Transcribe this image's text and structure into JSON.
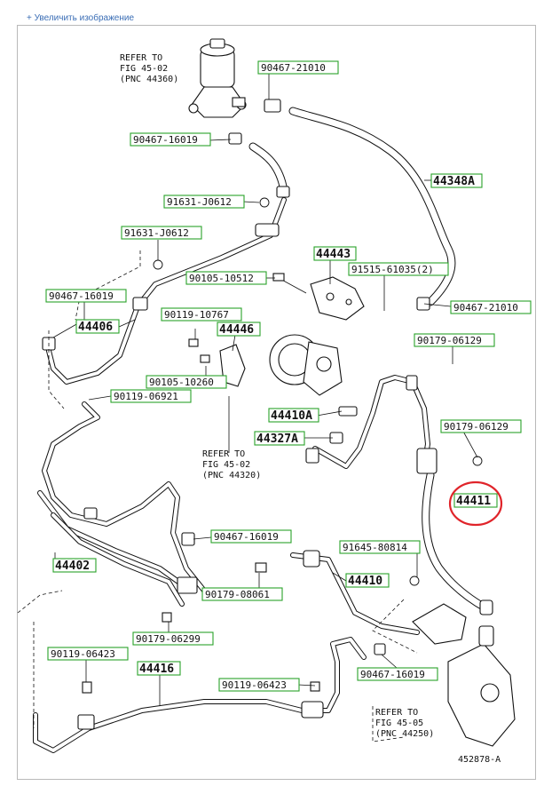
{
  "top_link": "+ Увеличить изображение",
  "refs": [
    {
      "lines": [
        "REFER TO",
        "FIG 45-02",
        "(PNC 44360)"
      ]
    },
    {
      "lines": [
        "REFER TO",
        "FIG 45-02",
        "(PNC 44320)"
      ]
    },
    {
      "lines": [
        "REFER TO",
        "FIG 45-05",
        "(PNC 44250)"
      ]
    }
  ],
  "parts": [
    {
      "label": "90467-21010",
      "big": false
    },
    {
      "label": "90467-16019",
      "big": false
    },
    {
      "label": "44348A",
      "big": true
    },
    {
      "label": "91631-J0612",
      "big": false
    },
    {
      "label": "91631-J0612",
      "big": false
    },
    {
      "label": "44443",
      "big": true
    },
    {
      "label": "91515-61035(2)",
      "big": false
    },
    {
      "label": "90105-10512",
      "big": false
    },
    {
      "label": "90467-16019",
      "big": false
    },
    {
      "label": "90467-21010",
      "big": false
    },
    {
      "label": "44406",
      "big": true
    },
    {
      "label": "90119-10767",
      "big": false
    },
    {
      "label": "44446",
      "big": true
    },
    {
      "label": "90179-06129",
      "big": false
    },
    {
      "label": "90105-10260",
      "big": false
    },
    {
      "label": "90119-06921",
      "big": false
    },
    {
      "label": "44410A",
      "big": true
    },
    {
      "label": "44327A",
      "big": true
    },
    {
      "label": "90179-06129",
      "big": false
    },
    {
      "label": "44411",
      "big": true
    },
    {
      "label": "90467-16019",
      "big": false
    },
    {
      "label": "44402",
      "big": true
    },
    {
      "label": "91645-80814",
      "big": false
    },
    {
      "label": "44410",
      "big": true
    },
    {
      "label": "90179-08061",
      "big": false
    },
    {
      "label": "90179-06299",
      "big": false
    },
    {
      "label": "90119-06423",
      "big": false
    },
    {
      "label": "44416",
      "big": true
    },
    {
      "label": "90119-06423",
      "big": false
    },
    {
      "label": "90467-16019",
      "big": false
    }
  ],
  "footer_code": "452878-A",
  "colors": {
    "tag_border": "#29a329",
    "highlight": "#e0242a",
    "link": "#3a6db5",
    "frame": "#b9b9b9"
  }
}
